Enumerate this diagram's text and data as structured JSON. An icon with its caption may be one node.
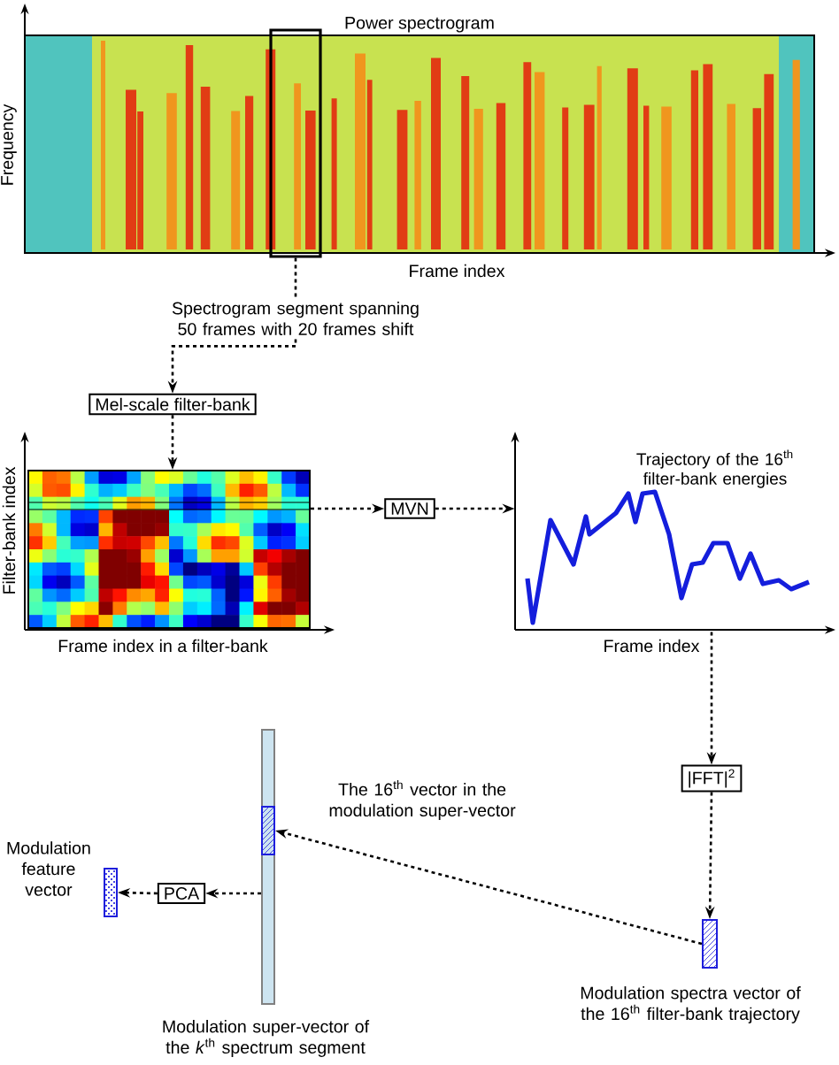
{
  "diagram": {
    "nodes": [
      {
        "text": [
          "Power spectrogram"
        ]
      },
      {
        "text": [],
        "shape": "box",
        "in": 0
      },
      {
        "text": [
          "Spectrogram segment spanning 50 frames with 20 frames shift"
        ]
      },
      {
        "text": [
          "Mel-scale filter-bank"
        ]
      },
      {
        "text": [],
        "shape": "picture",
        "beside": [
          "Filter-bank index",
          "Frame index in a filter-bank"
        ]
      },
      {
        "text": [
          "MVN"
        ]
      },
      {
        "text": [
          "Trajectory of the 16$^{th}$ filter-bank energies"
        ]
      },
      {
        "text": [
          "|FFT|$^{2}$"
        ]
      },
      {
        "text": [],
        "shape": "bar",
        "beside": [
          "Modulation spectra vector of the 16$^{th}$ filter-bank trajectory"
        ]
      },
      {
        "text": [],
        "shape": "bar",
        "beside": [
          "Modulation super-vector of the *k*$^{th}$ spectrum segment"
        ]
      },
      {
        "text": [],
        "shape": "bar",
        "in": 9,
        "beside": [
          "The 16$^{th}$ vector in the modulation super-vector"
        ]
      },
      {
        "text": [
          "PCA"
        ]
      },
      {
        "text": [],
        "shape": "bar",
        "beside": [
          "Modulation feature vector"
        ]
      }
    ],
    "edges": [
      {
        "from": 1,
        "to": 2,
        "arrow": "none"
      },
      {
        "from": 2,
        "to": 3,
        "arrow": "to"
      },
      {
        "from": 3,
        "to": 4,
        "arrow": "to"
      },
      {
        "from": 4,
        "to": 5,
        "arrow": "to"
      },
      {
        "from": 5,
        "to": 6,
        "arrow": "to"
      },
      {
        "from": 6,
        "to": 7,
        "arrow": "to"
      },
      {
        "from": 7,
        "to": 8,
        "arrow": "to"
      },
      {
        "from": 8,
        "to": 10,
        "arrow": "to"
      },
      {
        "from": 9,
        "to": 11,
        "arrow": "to"
      },
      {
        "from": 11,
        "to": 12,
        "arrow": "to"
      }
    ],
    "labels": [
      "Frequency",
      "Frame index",
      "Frame index"
    ]
  }
}
